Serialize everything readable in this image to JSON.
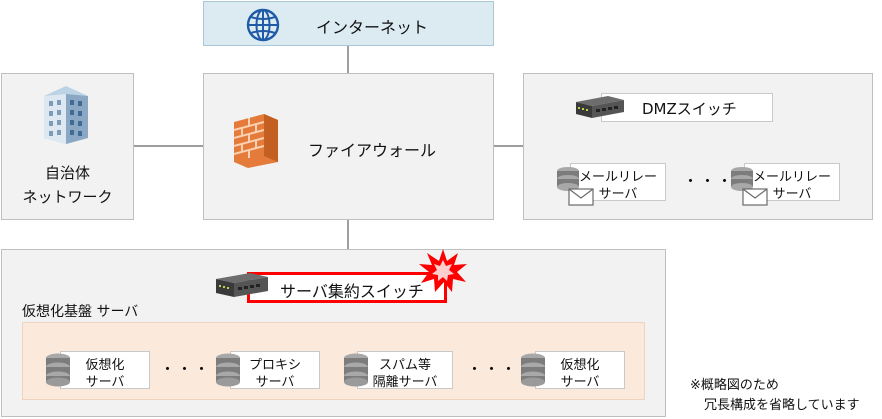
{
  "internet": {
    "label": "インターネット"
  },
  "firewall": {
    "label": "ファイアウォール"
  },
  "municipal_network": {
    "label_line1": "自治体",
    "label_line2": "ネットワーク"
  },
  "dmz": {
    "switch_label": "DMZスイッチ",
    "servers": [
      {
        "line1": "メールリレー",
        "line2": "サーバ"
      },
      {
        "line1": "メールリレー",
        "line2": "サーバ"
      }
    ],
    "ellipsis": "・・・"
  },
  "server_switch": {
    "label": "サーバ集約スイッチ"
  },
  "virtualization": {
    "title": "仮想化基盤 サーバ",
    "servers": [
      {
        "line1": "仮想化",
        "line2": "サーバ"
      },
      {
        "line1": "プロキシ",
        "line2": "サーバ"
      },
      {
        "line1": "スパム等",
        "line2": "隔離サーバ"
      },
      {
        "line1": "仮想化",
        "line2": "サーバ"
      }
    ],
    "ellipsis": "・・・"
  },
  "note": {
    "line1": "※概略図のため",
    "line2": "冗長構成を省略しています"
  },
  "colors": {
    "alert": "#ff0000",
    "link": "#7f7f7f",
    "internet_fill": "#dcebf2"
  }
}
